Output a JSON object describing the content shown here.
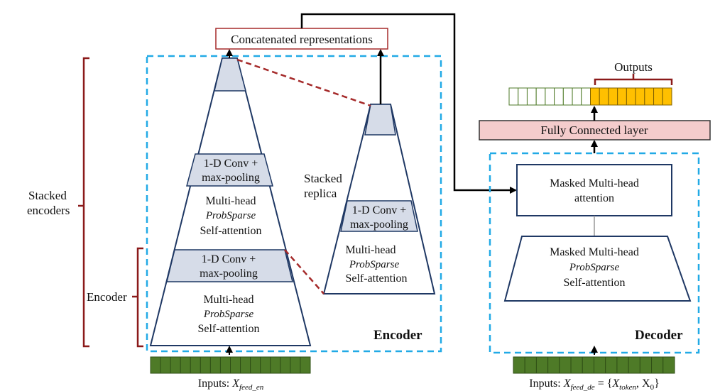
{
  "colors": {
    "dashed_box": "#22AAE6",
    "bracket": "#8B1A1A",
    "concat_border": "#A52A2A",
    "block_fill": "#D6DCE8",
    "fc_fill": "#F4CCCC",
    "input_green": "#4E7A27",
    "output_yellow": "#FFC000",
    "output_empty_border": "#4E7A27",
    "dashed_connector": "#A52A2A"
  },
  "labels": {
    "concat": "Concatenated representations",
    "outputs": "Outputs",
    "fc_layer": "Fully Connected layer",
    "stacked_encoders_1": "Stacked",
    "stacked_encoders_2": "encoders",
    "encoder_side": "Encoder",
    "stacked_replica_1": "Stacked",
    "stacked_replica_2": "replica",
    "conv_1": "1-D Conv +",
    "conv_2": "max-pooling",
    "mh_1": "Multi-head",
    "mh_2": "ProbSparse",
    "mh_3": "Self-attention",
    "encoder_title": "Encoder",
    "decoder_title": "Decoder",
    "masked_att_1": "Masked Multi-head",
    "masked_att_2": "attention",
    "masked_mh_1": "Masked Multi-head",
    "masked_mh_2": "ProbSparse",
    "masked_mh_3": "Self-attention",
    "input_enc_prefix": "Inputs: ",
    "input_enc_var": "X",
    "input_enc_sub": "feed_en",
    "input_dec_prefix": "Inputs: ",
    "input_dec_var": "X",
    "input_dec_sub": "feed_de",
    "input_dec_eq": " = {",
    "input_dec_tok_var": "X",
    "input_dec_tok_sub": "token",
    "input_dec_mid": ", X",
    "input_dec_zero": "0",
    "input_dec_close": "}"
  },
  "output_cells": {
    "empty": 9,
    "filled": 9
  },
  "input_cells": {
    "encoder": 16,
    "decoder": 14
  }
}
